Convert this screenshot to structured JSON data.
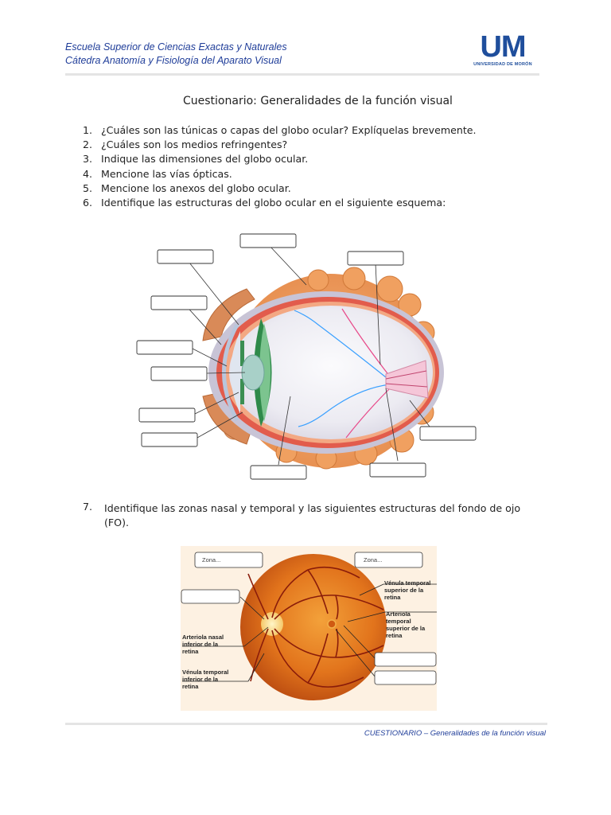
{
  "header": {
    "line1": "Escuela Superior de Ciencias Exactas y Naturales",
    "line2": "Cátedra Anatomía y Fisiología del Aparato Visual",
    "logo_mark": "UM",
    "logo_sub": "UNIVERSIDAD DE MORÓN"
  },
  "title": "Cuestionario: Generalidades de la función visual",
  "questions": [
    {
      "num": "1.",
      "text": "¿Cuáles son las túnicas o capas del globo ocular? Explíquelas brevemente."
    },
    {
      "num": "2.",
      "text": "¿Cuáles son los medios refringentes?"
    },
    {
      "num": "3.",
      "text": "Indique las dimensiones del globo ocular."
    },
    {
      "num": "4.",
      "text": "Mencione las vías ópticas."
    },
    {
      "num": "5.",
      "text": "Mencione los anexos del globo ocular."
    },
    {
      "num": "6.",
      "text": "Identifique las estructuras del globo ocular en el siguiente esquema:"
    }
  ],
  "question7": {
    "num": "7.",
    "text": "Identifique las zonas nasal y temporal y las siguientes estructuras del fondo de ojo (FO)."
  },
  "fundus": {
    "zone_left": "Zona...",
    "zone_right": "Zona...",
    "labels": {
      "venula_sup": [
        "Vénula temporal",
        "superior de la",
        "retina"
      ],
      "arteriola_sup": [
        "Arteriola",
        "temporal",
        "superior de la",
        "retina"
      ],
      "arteriola_inf": [
        "Arteriola nasal",
        "inferior de la",
        "retina"
      ],
      "venula_inf": [
        "Vénula temporal",
        "inferior de la",
        "retina"
      ]
    }
  },
  "footer": "CUESTIONARIO – Generalidades de la función visual"
}
